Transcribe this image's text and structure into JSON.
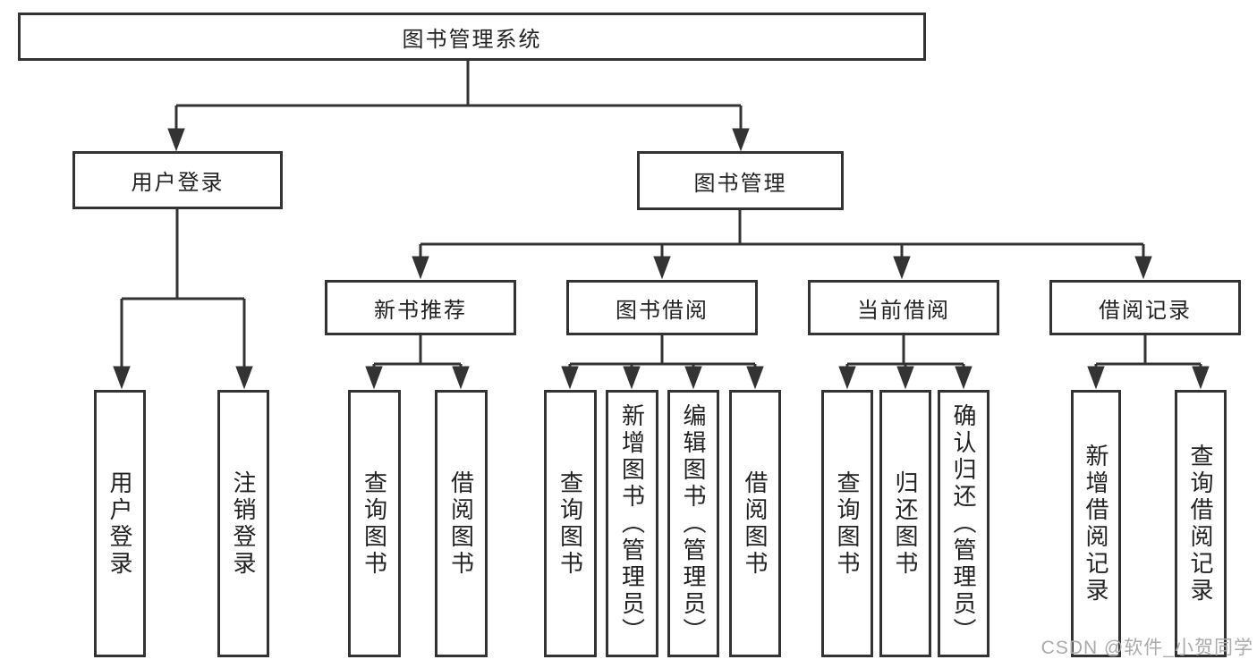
{
  "diagram_type": "hierarchy-tree",
  "tree": {
    "label": "图书管理系统",
    "children": [
      {
        "label": "用户登录",
        "children": [
          {
            "label": "用户登录"
          },
          {
            "label": "注销登录"
          }
        ]
      },
      {
        "label": "图书管理",
        "children": [
          {
            "label": "新书推荐",
            "children": [
              {
                "label": "查询图书"
              },
              {
                "label": "借阅图书"
              }
            ]
          },
          {
            "label": "图书借阅",
            "children": [
              {
                "label": "查询图书"
              },
              {
                "label": "新增图书（管理员）"
              },
              {
                "label": "编辑图书（管理员）"
              },
              {
                "label": "借阅图书"
              }
            ]
          },
          {
            "label": "当前借阅",
            "children": [
              {
                "label": "查询图书"
              },
              {
                "label": "归还图书"
              },
              {
                "label": "确认归还（管理员）"
              }
            ]
          },
          {
            "label": "借阅记录",
            "children": [
              {
                "label": "新增借阅记录"
              },
              {
                "label": "查询借阅记录"
              }
            ]
          }
        ]
      }
    ]
  },
  "watermark": "CSDN @软件_小贺同学",
  "colors": {
    "background": "#ffffff",
    "box_fill": "#ffffff",
    "border_and_lines": "#333333",
    "text": "#222222",
    "watermark_text": "#ababab"
  }
}
